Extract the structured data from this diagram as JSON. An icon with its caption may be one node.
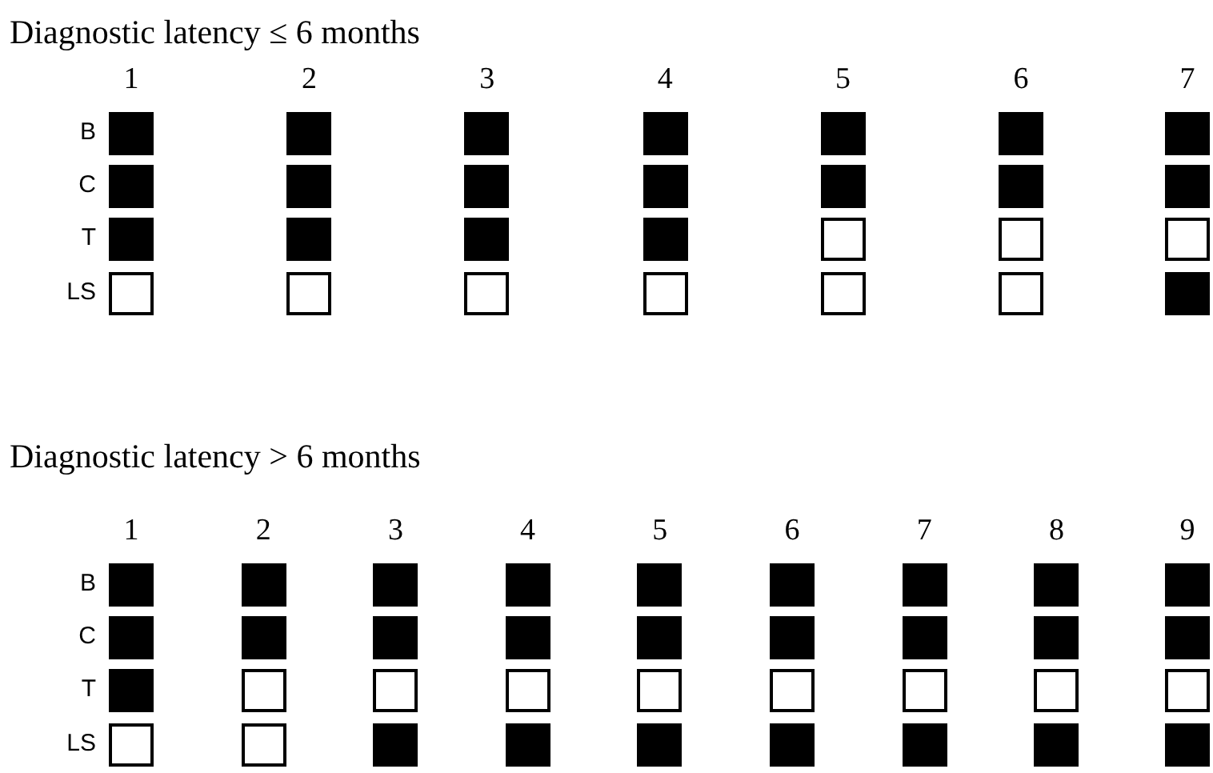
{
  "diagram": {
    "nodes": [
      {
        "text": [],
        "shape": "block"
      },
      {
        "text": [],
        "shape": "block"
      },
      {
        "text": [],
        "shape": "block"
      },
      {
        "text": [],
        "shape": "block"
      },
      {
        "text": [],
        "shape": "block"
      },
      {
        "text": [],
        "shape": "block"
      },
      {
        "text": [],
        "shape": "block"
      },
      {
        "text": [],
        "shape": "block"
      },
      {
        "text": [],
        "shape": "block"
      },
      {
        "text": [],
        "shape": "block"
      },
      {
        "text": [],
        "shape": "block"
      },
      {
        "text": [],
        "shape": "block"
      },
      {
        "text": [],
        "shape": "block"
      },
      {
        "text": [],
        "shape": "block"
      },
      {
        "text": [],
        "shape": "block"
      },
      {
        "text": [],
        "shape": "block"
      },
      {
        "text": [],
        "shape": "block"
      },
      {
        "text": [],
        "shape": "block"
      },
      {
        "text": [],
        "shape": "box"
      },
      {
        "text": [],
        "shape": "box"
      },
      {
        "text": [],
        "shape": "box"
      },
      {
        "text": [],
        "shape": "box"
      },
      {
        "text": [],
        "shape": "box"
      },
      {
        "text": [],
        "shape": "box"
      },
      {
        "text": [],
        "shape": "box"
      },
      {
        "text": [],
        "shape": "box"
      },
      {
        "text": [],
        "shape": "box"
      },
      {
        "text": [],
        "shape": "block"
      },
      {
        "text": [],
        "shape": "block"
      },
      {
        "text": [],
        "shape": "block"
      },
      {
        "text": [],
        "shape": "block"
      },
      {
        "text": [],
        "shape": "block"
      },
      {
        "text": [],
        "shape": "block"
      },
      {
        "text": [],
        "shape": "block"
      },
      {
        "text": [],
        "shape": "block"
      },
      {
        "text": [],
        "shape": "block"
      },
      {
        "text": [],
        "shape": "block"
      },
      {
        "text": [],
        "shape": "block"
      },
      {
        "text": [],
        "shape": "block"
      },
      {
        "text": [],
        "shape": "block"
      },
      {
        "text": [],
        "shape": "block"
      },
      {
        "text": [],
        "shape": "block"
      },
      {
        "text": [],
        "shape": "block"
      },
      {
        "text": [],
        "shape": "block"
      },
      {
        "text": [],
        "shape": "block"
      },
      {
        "text": [],
        "shape": "block"
      },
      {
        "text": [],
        "shape": "block"
      },
      {
        "text": [],
        "shape": "box"
      },
      {
        "text": [],
        "shape": "box"
      },
      {
        "text": [],
        "shape": "box"
      },
      {
        "text": [],
        "shape": "box"
      },
      {
        "text": [],
        "shape": "box"
      },
      {
        "text": [],
        "shape": "box"
      },
      {
        "text": [],
        "shape": "box"
      },
      {
        "text": [],
        "shape": "box"
      },
      {
        "text": [],
        "shape": "box"
      },
      {
        "text": [],
        "shape": "box"
      },
      {
        "text": [],
        "shape": "block"
      },
      {
        "text": [],
        "shape": "block"
      },
      {
        "text": [],
        "shape": "block"
      },
      {
        "text": [],
        "shape": "block"
      },
      {
        "text": [],
        "shape": "block"
      },
      {
        "text": [],
        "shape": "block"
      },
      {
        "text": [],
        "shape": "block"
      }
    ],
    "labels": [
      "Diagnostic latency ≤ 6 months",
      "1",
      "2",
      "3",
      "4",
      "5",
      "6",
      "7",
      "B",
      "C",
      "T",
      "LS",
      "Diagnostic latency > 6 months",
      "1",
      "2",
      "3",
      "4",
      "5",
      "6",
      "7",
      "8",
      "9",
      "B",
      "C",
      "T",
      "LS"
    ]
  }
}
